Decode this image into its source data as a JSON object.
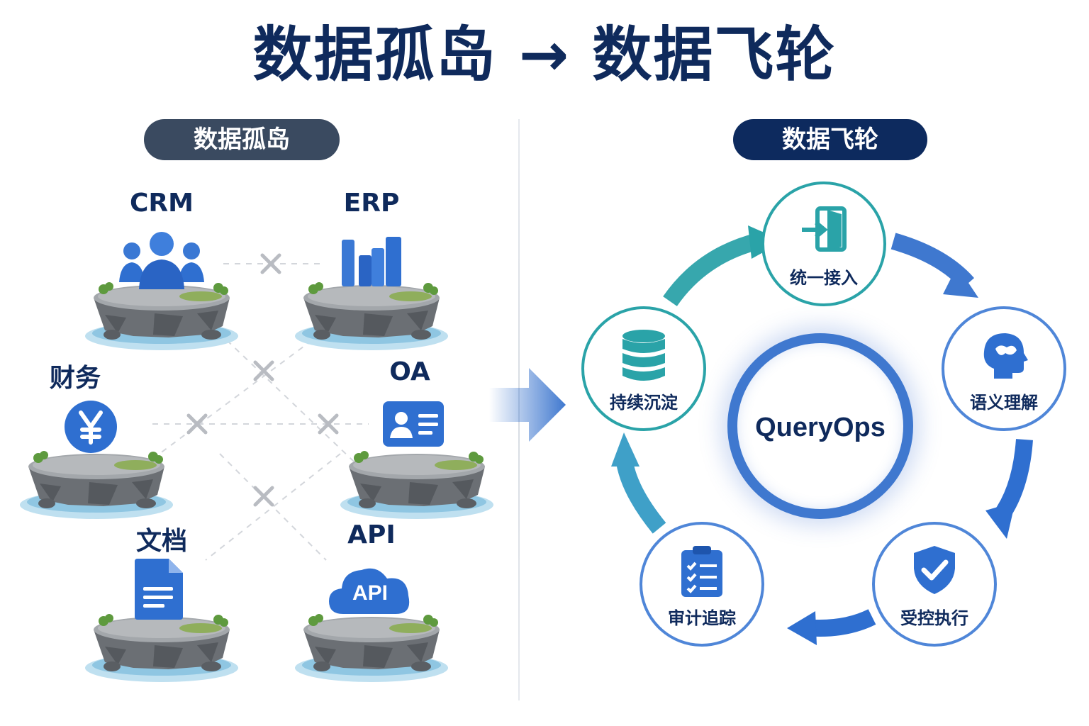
{
  "title": "数据孤岛 → 数据飞轮",
  "left_panel": {
    "pill": "数据孤岛",
    "islands": [
      {
        "label": "CRM",
        "icon": "users-icon"
      },
      {
        "label": "ERP",
        "icon": "bar-chart-icon"
      },
      {
        "label": "财务",
        "icon": "yen-coin-icon"
      },
      {
        "label": "OA",
        "icon": "id-card-icon"
      },
      {
        "label": "文档",
        "icon": "document-icon"
      },
      {
        "label": "API",
        "icon": "cloud-api-icon",
        "badge": "API"
      }
    ]
  },
  "right_panel": {
    "pill": "数据飞轮",
    "core": "QueryOps",
    "nodes": [
      {
        "label": "统一接入",
        "icon": "login-door-icon"
      },
      {
        "label": "语义理解",
        "icon": "brain-head-icon"
      },
      {
        "label": "受控执行",
        "icon": "shield-check-icon"
      },
      {
        "label": "审计追踪",
        "icon": "clipboard-checklist-icon"
      },
      {
        "label": "持续沉淀",
        "icon": "database-icon"
      }
    ]
  },
  "colors": {
    "title": "#0f2a5c",
    "left_pill": "#3a4a60",
    "right_pill": "#0d2a5e",
    "icon_blue": "#2f6fd0",
    "teal": "#2aa3a8",
    "core_ring": "#3f78cf"
  }
}
